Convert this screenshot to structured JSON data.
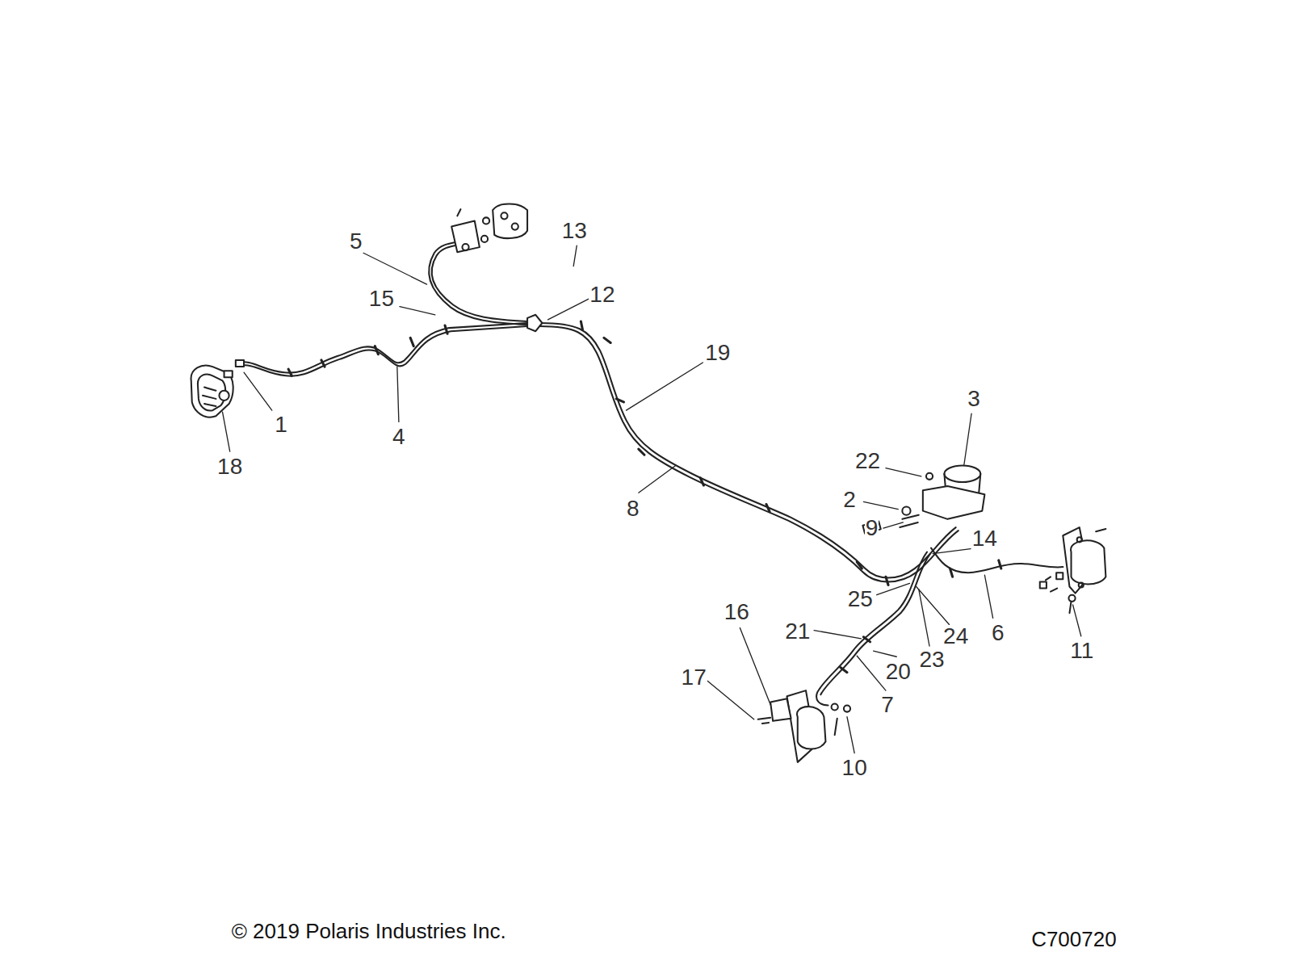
{
  "diagram": {
    "labels": [
      "5",
      "13",
      "12",
      "15",
      "19",
      "1",
      "4",
      "18",
      "3",
      "22",
      "2",
      "9",
      "14",
      "8",
      "25",
      "6",
      "21",
      "16",
      "24",
      "23",
      "20",
      "11",
      "17",
      "7",
      "10",
      "© 2019 Polaris Industries Inc.",
      "C700720"
    ]
  }
}
